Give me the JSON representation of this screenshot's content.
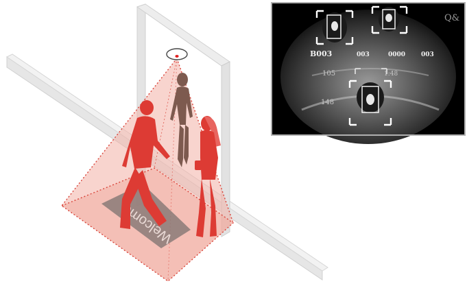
{
  "illustration": {
    "doormat_text": "Welcome",
    "colors": {
      "wall": "#e6e6e6",
      "wall_edge": "#cfcfcf",
      "cone_fill": "#f2b0a6",
      "cone_edge": "#d9443a",
      "person_red": "#dd3b34",
      "person_brown": "#7d5a4f",
      "mat": "#8a7a78",
      "sensor_dot": "#e02020"
    }
  },
  "thermal_view": {
    "counter_label": "Q&",
    "labels": [
      "B003",
      "003",
      "0000",
      "003",
      "105",
      "1:48",
      "148"
    ],
    "colors": {
      "frame": "#000000",
      "box": "#ffffff",
      "border": "#b0b0b0"
    }
  }
}
